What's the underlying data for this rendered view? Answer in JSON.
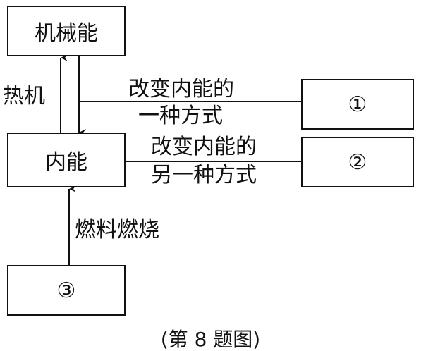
{
  "boxes": {
    "mechanical": "机械能",
    "internal": "内能",
    "circle1": "①",
    "circle2": "②",
    "circle3": "③"
  },
  "labels": {
    "heat_engine": "热机",
    "way1_line1": "改变内能的",
    "way1_line2": "一种方式",
    "way2_line1": "改变内能的",
    "way2_line2": "另一种方式",
    "fuel_burning": "燃料燃烧"
  },
  "caption": "(第 8 题图)"
}
